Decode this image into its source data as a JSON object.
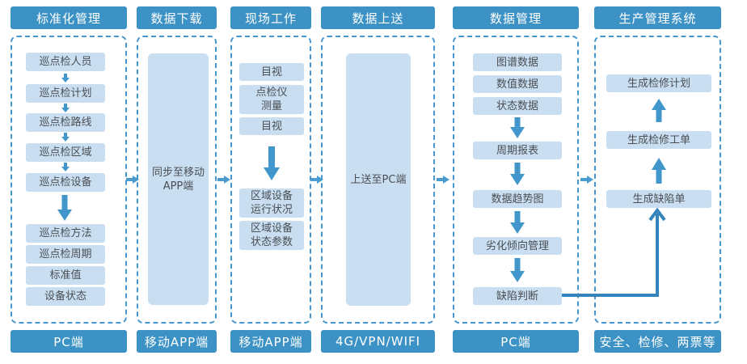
{
  "columns": [
    {
      "id": "standard-management",
      "header": "标准化管理",
      "footer": "PC端",
      "items": [
        "巡点检人员",
        "巡点检计划",
        "巡点检路线",
        "巡点检区域",
        "巡点检设备",
        "巡点检方法",
        "巡点检周期",
        "标准值",
        "设备状态"
      ]
    },
    {
      "id": "data-download",
      "header": "数据下载",
      "footer": "移动APP端",
      "box": "同步至移动\nAPP端"
    },
    {
      "id": "field-work",
      "header": "现场工作",
      "footer": "移动APP端",
      "items": [
        "目视",
        "点检仪\n测量",
        "目视",
        "区域设备\n运行状况",
        "区域设备\n状态参数"
      ]
    },
    {
      "id": "data-upload",
      "header": "数据上送",
      "footer": "4G/VPN/WIFI",
      "box": "上送至PC端"
    },
    {
      "id": "data-management",
      "header": "数据管理",
      "footer": "PC端",
      "items": [
        "图谱数据",
        "数值数据",
        "状态数据",
        "周期报表",
        "数据趋势图",
        "劣化倾向管理",
        "缺陷判断"
      ]
    },
    {
      "id": "production-system",
      "header": "生产管理系统",
      "footer": "安全、检修、两票等",
      "items": [
        "生成检修计划",
        "生成检修工单",
        "生成缺陷单"
      ]
    }
  ],
  "colors": {
    "accent": "#3D92C5",
    "light_box": "#C9DEF1",
    "dashed_border": "#4596CE",
    "arrow": "#4197CB",
    "elbow_line": "#3584BE",
    "item_text": "#4A4F54"
  }
}
